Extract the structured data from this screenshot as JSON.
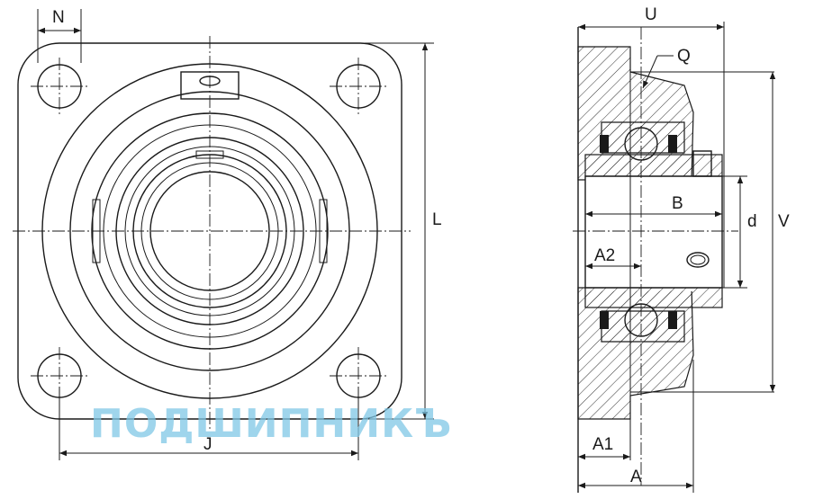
{
  "labels": {
    "N": "N",
    "J": "J",
    "L": "L",
    "U": "U",
    "Q": "Q",
    "B": "B",
    "d": "d",
    "V": "V",
    "A2": "A2",
    "A1": "A1",
    "A": "A"
  },
  "watermark": "ПОДШИПНИКЪ",
  "colors": {
    "line": "#1a1a1a",
    "watermark": "#7fc7e6"
  }
}
